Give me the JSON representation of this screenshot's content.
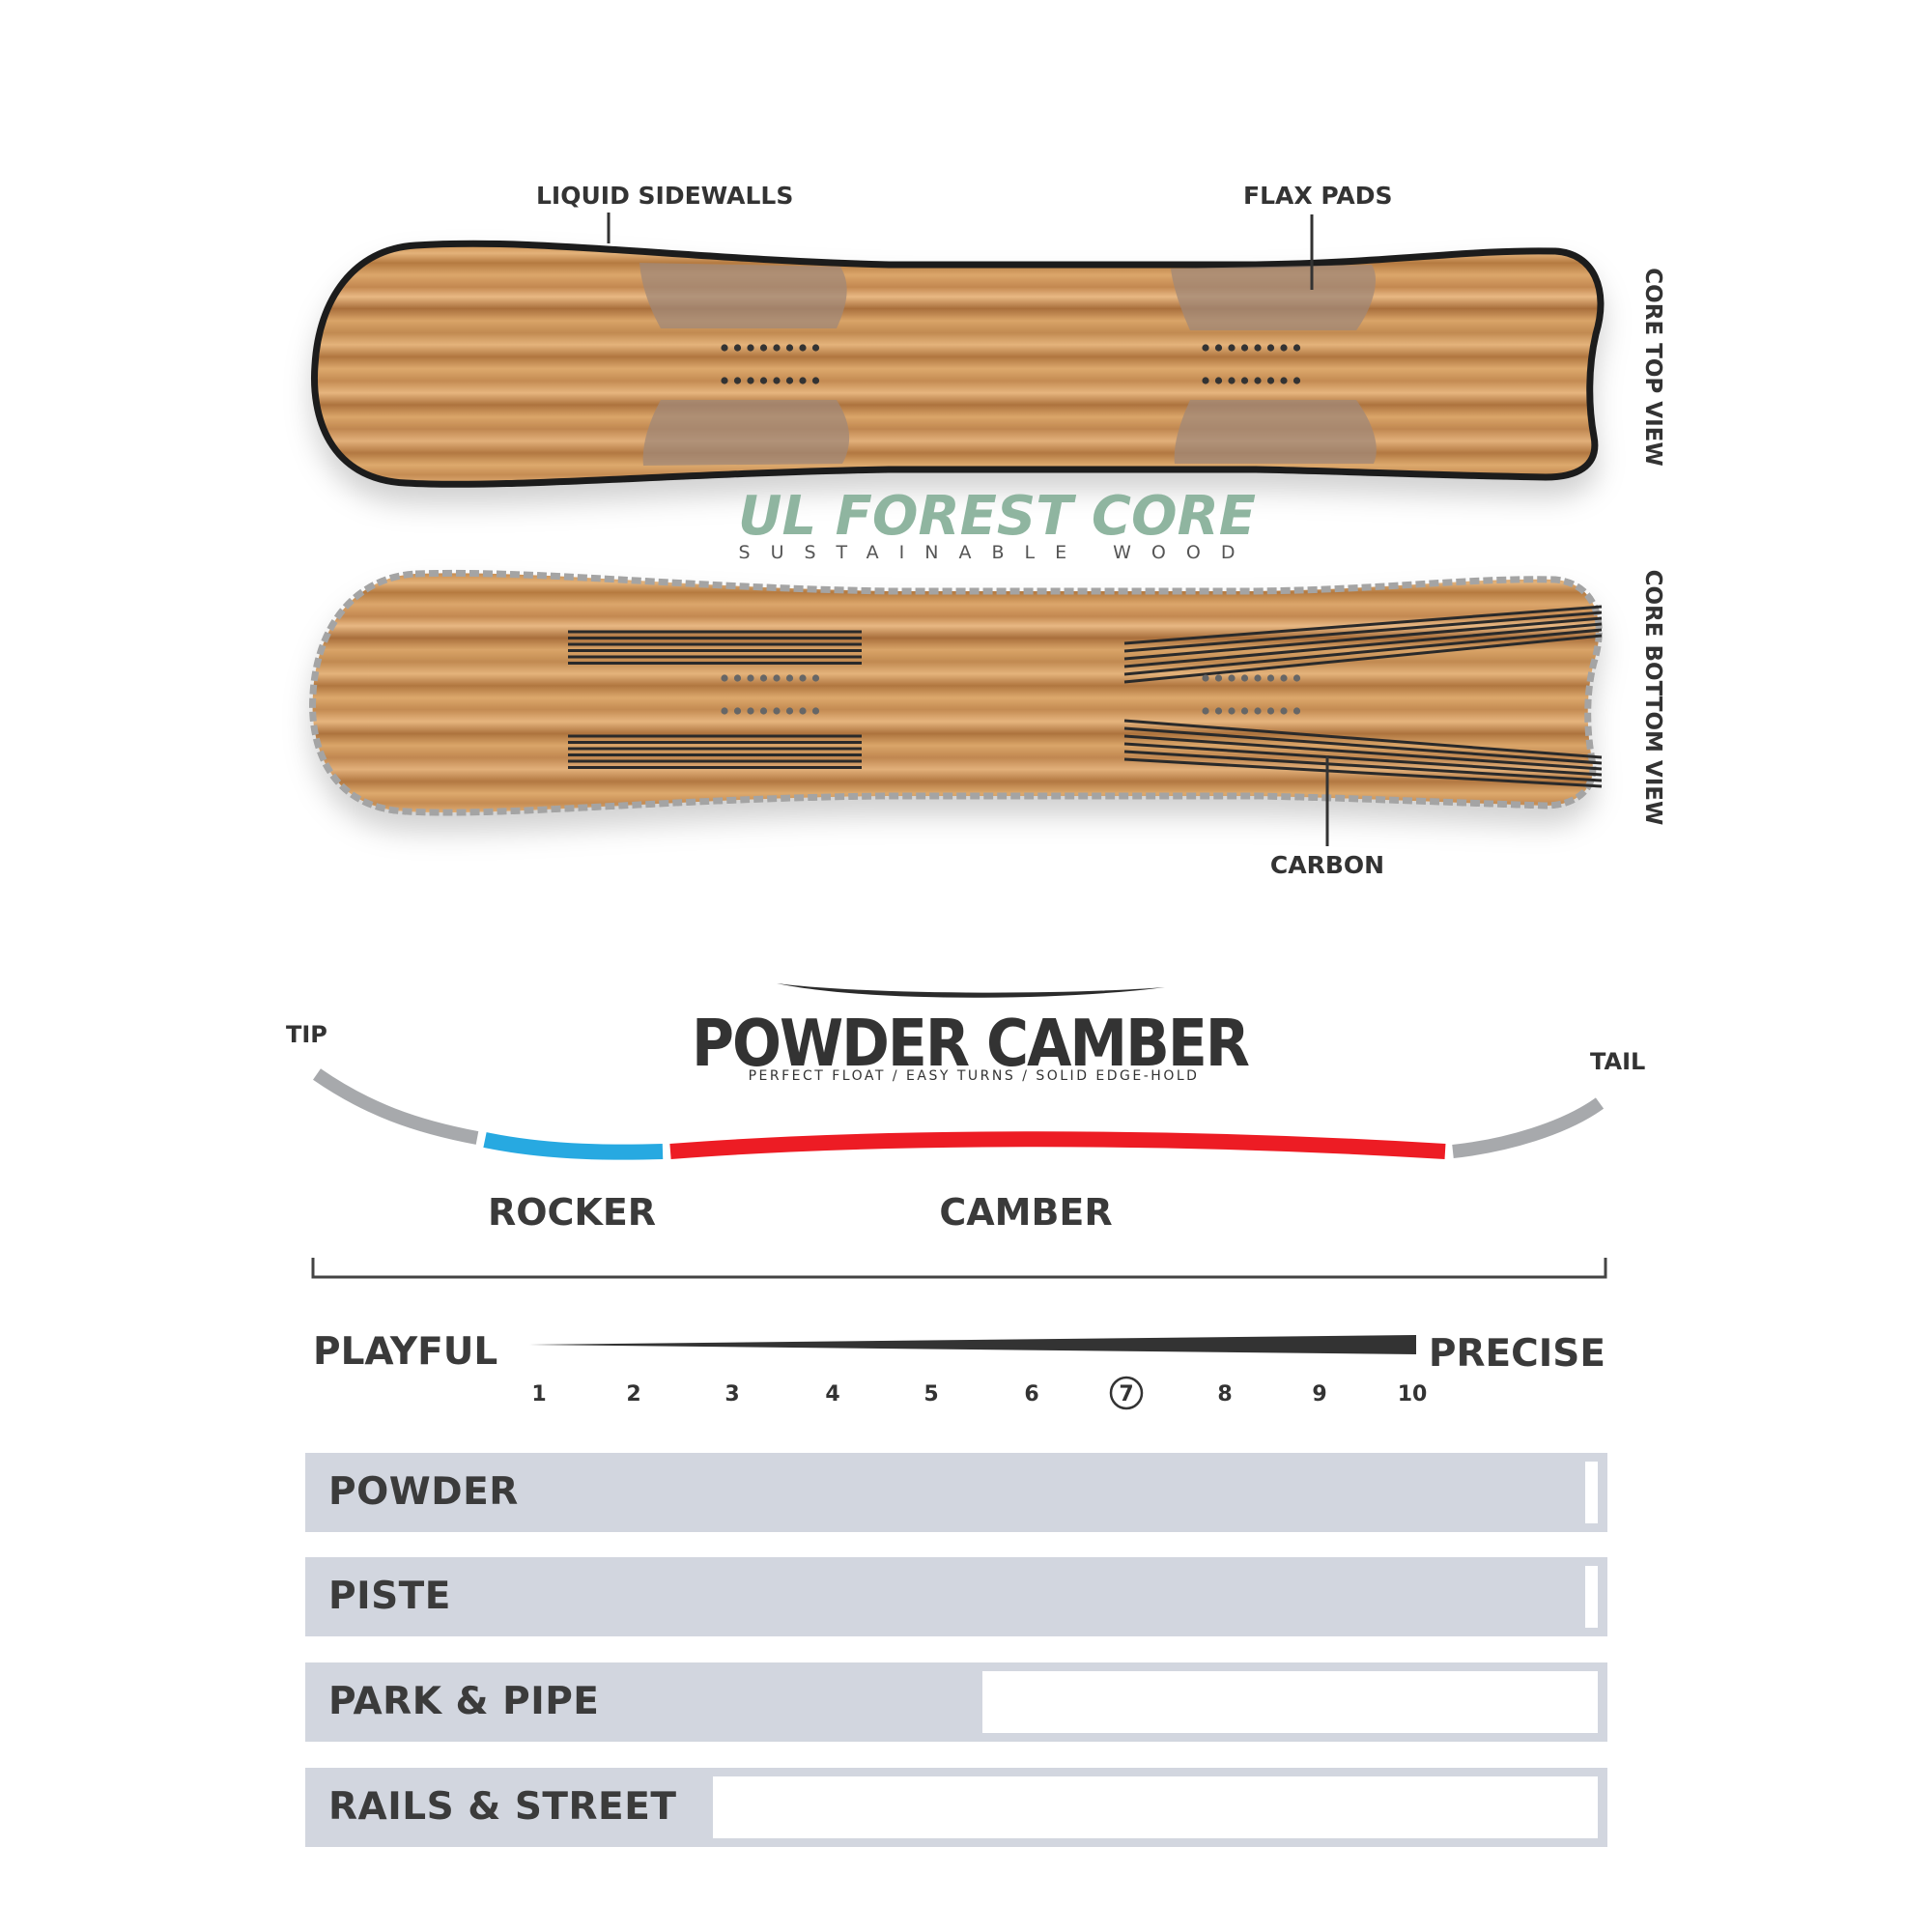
{
  "core": {
    "title": "UL FOREST CORE",
    "subtitle": "SUSTAINABLE WOOD",
    "top_view_label": "CORE TOP VIEW",
    "bottom_view_label": "CORE BOTTOM VIEW",
    "callouts": {
      "sidewalls": "LIQUID SIDEWALLS",
      "flax": "FLAX PADS",
      "carbon": "CARBON"
    },
    "colors": {
      "title": "#8fb5a0",
      "wood": "#d29c61",
      "outline": "#222222",
      "pad": "#a08878",
      "carbon": "#2a2a2a"
    }
  },
  "profile": {
    "title": "POWDER CAMBER",
    "tagline": "PERFECT FLOAT / EASY TURNS / SOLID EDGE-HOLD",
    "tip": "TIP",
    "tail": "TAIL",
    "rocker": "ROCKER",
    "camber": "CAMBER",
    "colors": {
      "rocker": "#27a9e1",
      "camber": "#ed1c24",
      "tip_tail": "#a7a9ac"
    }
  },
  "flex": {
    "left": "PLAYFUL",
    "right": "PRECISE",
    "scale": [
      "1",
      "2",
      "3",
      "4",
      "5",
      "6",
      "7",
      "8",
      "9",
      "10"
    ],
    "selected": "7"
  },
  "terrain": [
    {
      "label": "POWDER",
      "level": 0.99
    },
    {
      "label": "PISTE",
      "level": 0.99
    },
    {
      "label": "PARK & PIPE",
      "level": 0.52
    },
    {
      "label": "RAILS & STREET",
      "level": 0.31
    }
  ]
}
